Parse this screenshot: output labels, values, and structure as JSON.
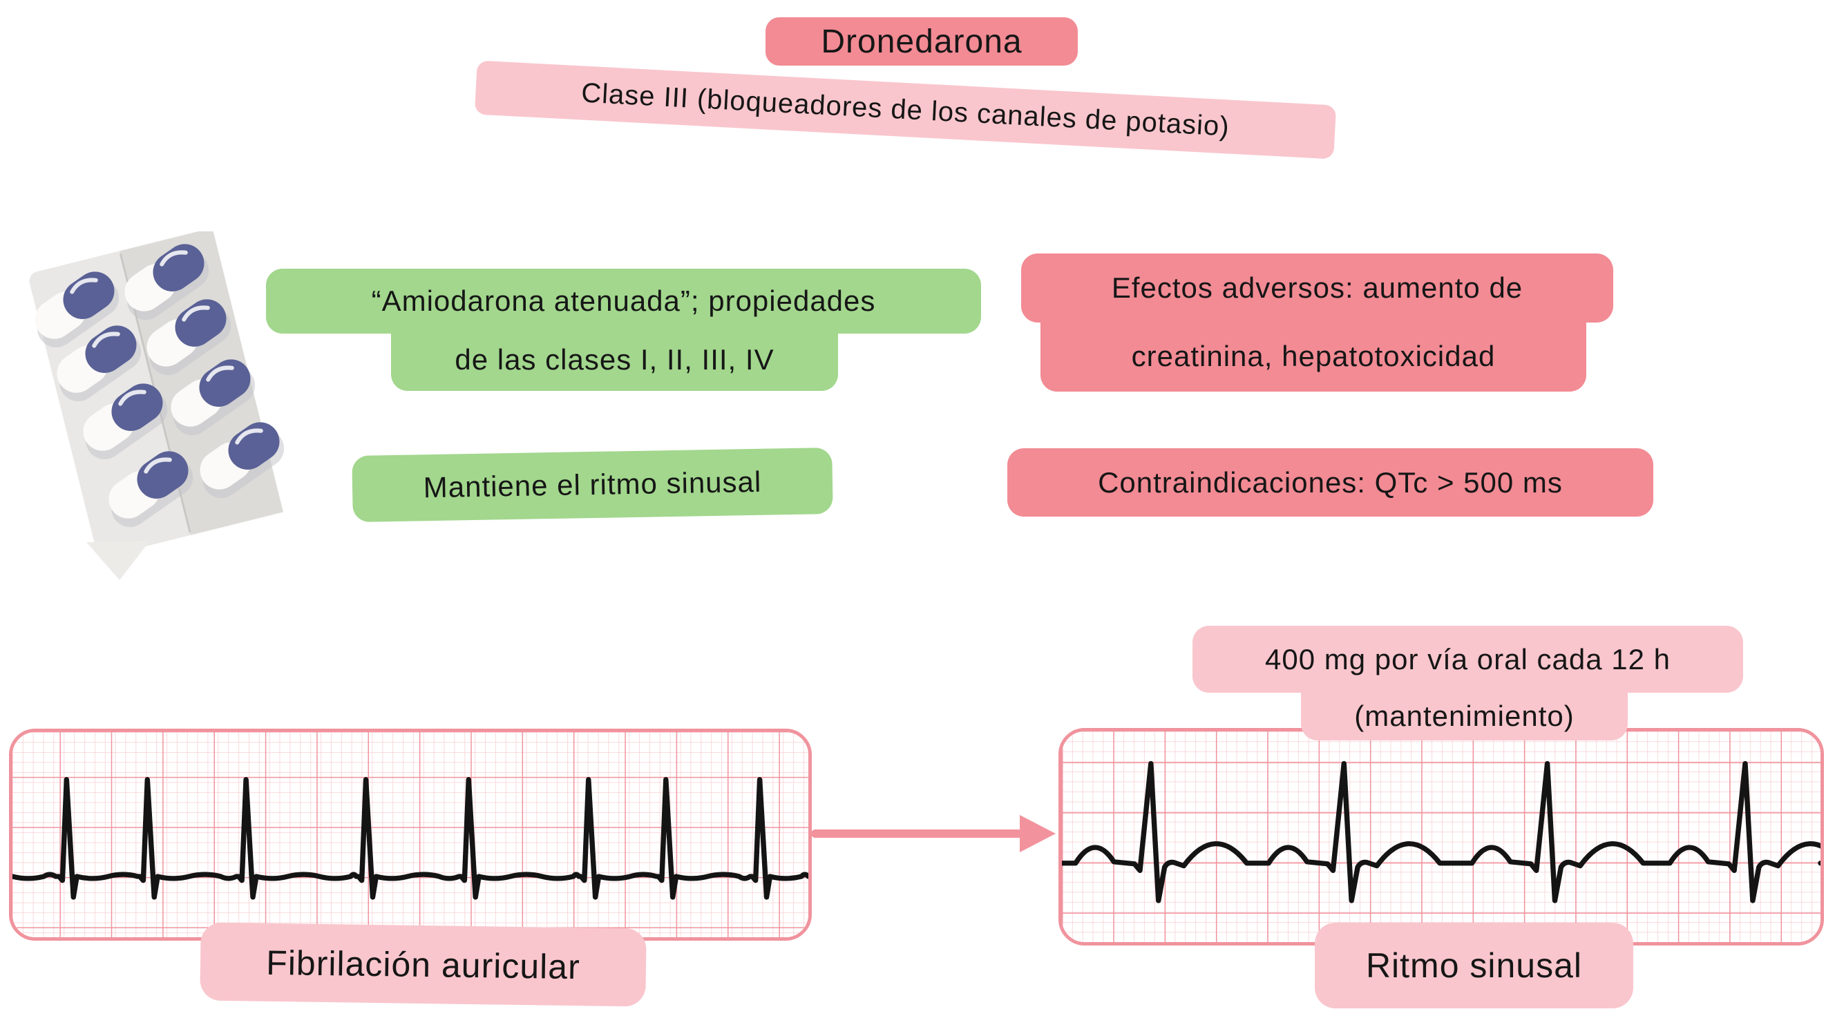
{
  "header": {
    "title": "Dronedarona",
    "subtitle": "Clase III (bloqueadores de los canales de potasio)"
  },
  "notes": {
    "properties_line1": "“Amiodarona atenuada”; propiedades",
    "properties_line2": "de las clases I, II, III, IV",
    "maintains": "Mantiene el ritmo sinusal",
    "adverse_line1": "Efectos adversos: aumento de",
    "adverse_line2": "creatinina, hepatotoxicidad",
    "contraindications": "Contraindicaciones: QTc > 500 ms"
  },
  "dose_note": {
    "line1": "400 mg por vía oral cada 12 h",
    "line2": "(mantenimiento)"
  },
  "ecg": {
    "left_label": "Fibrilación auricular",
    "right_label": "Ritmo sinusal",
    "left_spikes_x": [
      81,
      199,
      343,
      518,
      668,
      843,
      956,
      1093
    ],
    "right_beats_x": [
      132,
      414,
      711,
      1000
    ]
  },
  "illustration": {
    "type": "pill-blister-pack",
    "capsules": 8
  },
  "colors": {
    "accent_red": "#F28B94",
    "accent_pink": "#F9C6CD",
    "accent_green": "#A2D78D",
    "ecg_grid_major": "#F0939D",
    "ecg_grid_minor": "#F7CDD2",
    "ecg_trace": "#141414",
    "capsule_blue": "#5A6196",
    "arrow": "#F2929C"
  }
}
